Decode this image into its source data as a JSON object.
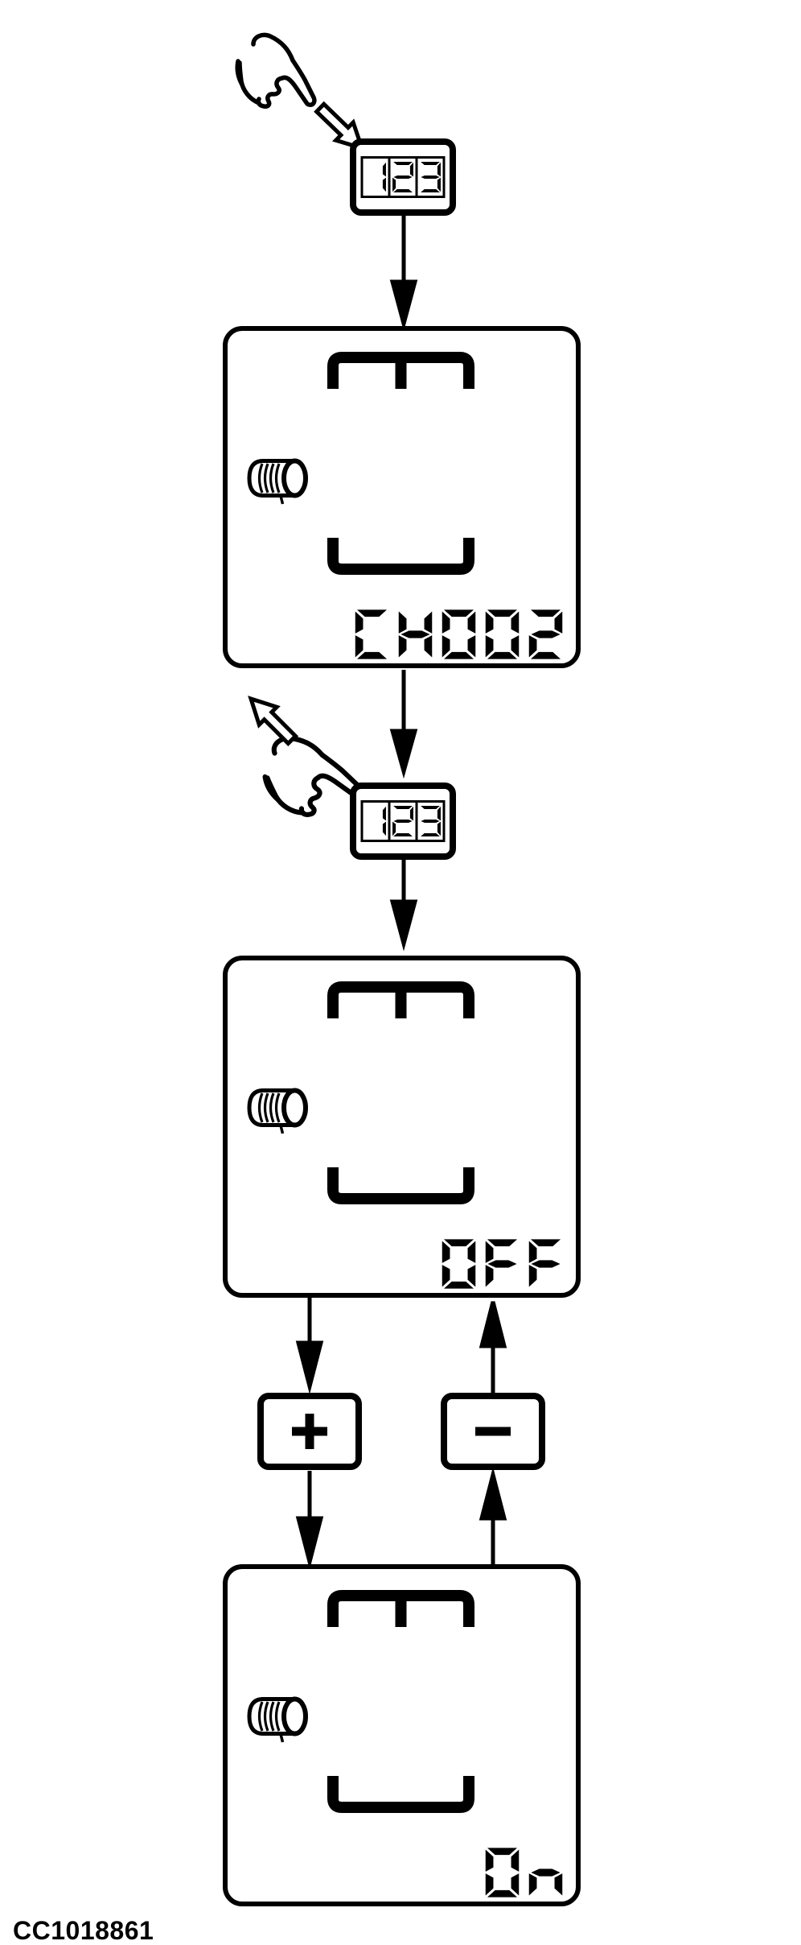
{
  "figure": {
    "code": "CC1018861",
    "background_color": "#ffffff",
    "ink_color": "#000000",
    "description": "Operator-manual flow diagram: pressing and releasing the digit button cycles the monitor screen from channel CH002 to the OFF state; the plus button switches the function On, the minus button switches it back OFF."
  },
  "buttons": {
    "digit_button_label": "123",
    "plus_label": "+",
    "minus_label": "−"
  },
  "screens": [
    {
      "name": "channel-select",
      "lcd_text": "CH002"
    },
    {
      "name": "state-off",
      "lcd_text": "OFF"
    },
    {
      "name": "state-on",
      "lcd_text": "On"
    }
  ],
  "icons": {
    "hand-press": "pointing-hand-pressing-button",
    "hand-release": "pointing-hand-releasing-button",
    "press-arrow": "outline-arrow-toward-button",
    "release-arrow": "outline-arrow-away-from-button",
    "flow-arrow": "filled-flow-arrow",
    "spool": "twine-spool",
    "chamber": "bale-chamber-outline"
  }
}
